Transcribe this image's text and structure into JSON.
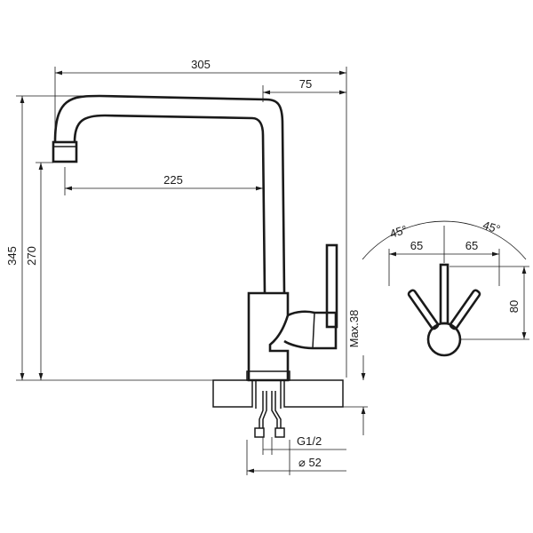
{
  "drawing": {
    "labels": {
      "overall_reach": "305",
      "spout_offset": "75",
      "spout_reach": "225",
      "overall_height": "345",
      "spout_height": "270",
      "max_counter_thickness": "Max.38",
      "thread": "G1/2",
      "hole_diameter": "⌀ 52",
      "handle_angle_left": "45°",
      "handle_angle_right": "45°",
      "handle_span_left": "65",
      "handle_span_right": "65",
      "handle_length": "80"
    },
    "colors": {
      "line": "#1a1a1a",
      "background": "#ffffff"
    }
  }
}
